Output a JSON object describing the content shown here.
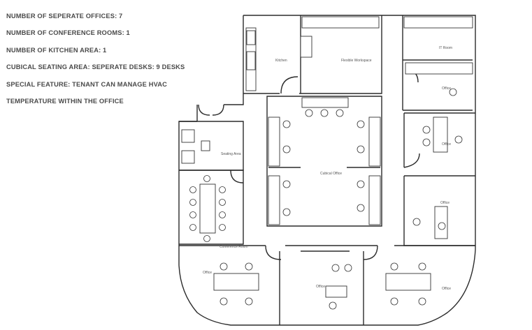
{
  "specs": [
    "NUMBER OF SEPERATE OFFICES: 7",
    "NUMBER OF CONFERENCE ROOMS: 1",
    "NUMBER OF KITCHEN AREA: 1",
    "CUBICAL SEATING AREA: SEPERATE DESKS: 9 DESKS",
    "SPECIAL FEATURE: TENANT CAN MANAGE HVAC",
    "TEMPERATURE WITHIN THE OFFICE"
  ],
  "rooms": {
    "kitchen": "Kitchen",
    "flexible": "Flexible Workspace",
    "it_room": "IT Room",
    "office_a": "Office",
    "office_b": "Office",
    "office_c": "Office",
    "office_d": "Office",
    "office_e": "Office",
    "office_f": "Office",
    "seating": "Seating Area",
    "cubical": "Cubical Office",
    "conference": "Conference Room"
  },
  "colors": {
    "line": "#2b2b2b",
    "text": "#4a4a4a"
  }
}
